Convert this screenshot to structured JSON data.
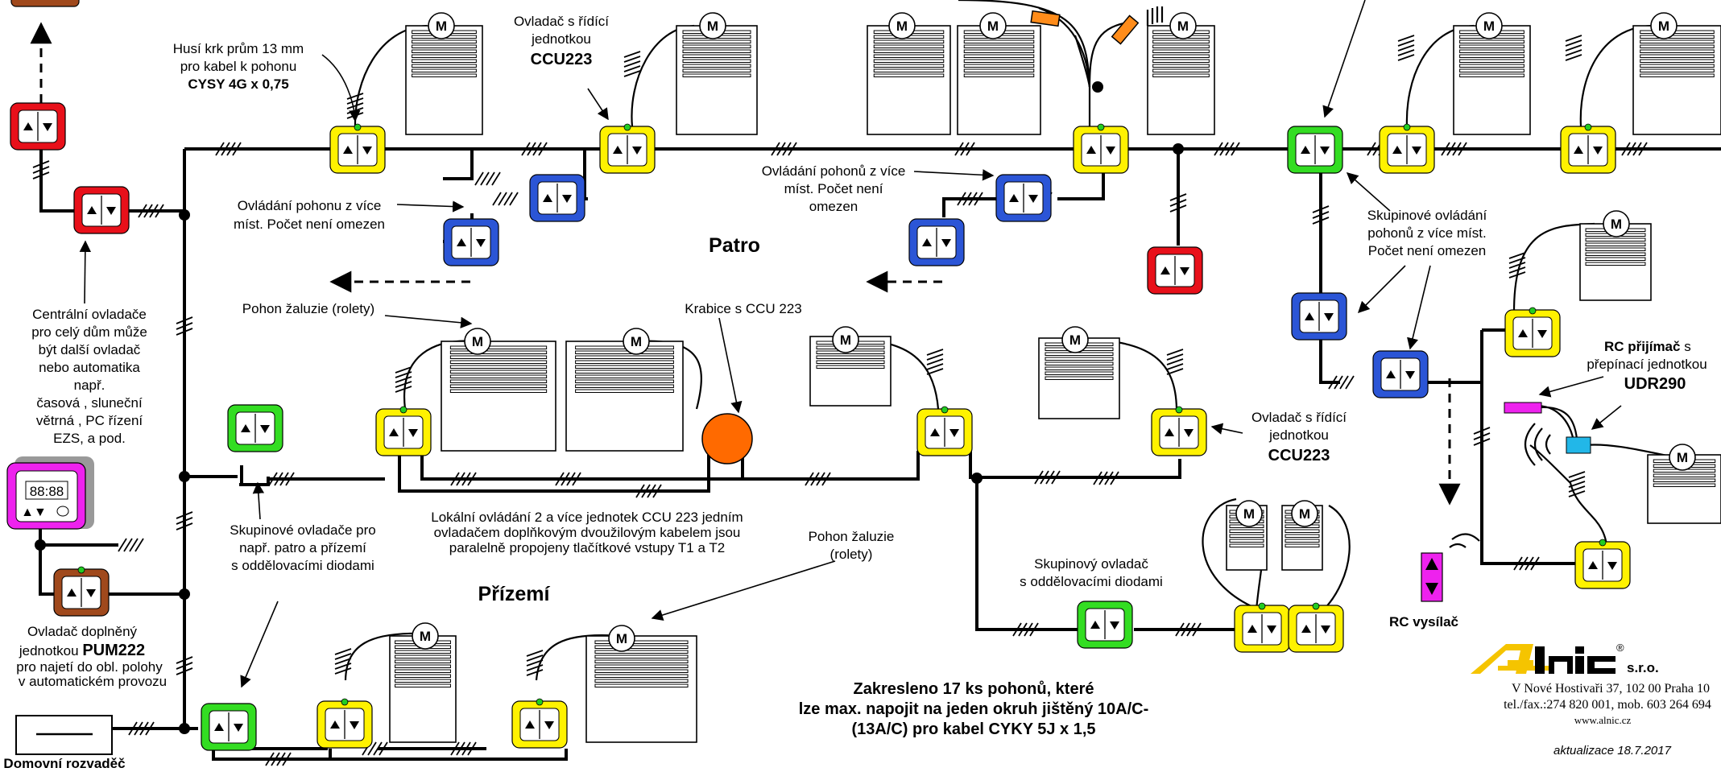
{
  "labels": {
    "husi_krk_1": "Husí krk prům 13 mm",
    "husi_krk_2": "pro kabel k pohonu",
    "husi_krk_3": "CYSY 4G x 0,75",
    "ovl_ccu_top_1": "Ovladač s řídící",
    "ovl_ccu_top_2": "jednotkou",
    "ovl_ccu_top_3": "CCU223",
    "ovl_vice_mist_left_1": "Ovládání pohonu z více",
    "ovl_vice_mist_left_2": "míst. Počet není omezen",
    "ovl_vice_mist_mid_1": "Ovládání pohonů z více",
    "ovl_vice_mist_mid_2": "míst. Počet není",
    "ovl_vice_mist_mid_3": "omezen",
    "patro": "Patro",
    "prizemi": "Přízemí",
    "centralni_1": "Centrální ovladače",
    "centralni_2": "pro celý dům může",
    "centralni_3": "být další ovladač",
    "centralni_4": "nebo    automatika",
    "centralni_5": "např.",
    "centralni_6": "časová , sluneční",
    "centralni_7": "větrná , PC řízení",
    "centralni_8": "EZS,  a pod.",
    "pohon_zaluzie_1": "Pohon žaluzie (rolety)",
    "krabice": "Krabice s CCU 223",
    "skupinove_ovl_1": "Skupinové ovládání",
    "skupinove_ovl_2": "pohonů z více míst.",
    "skupinove_ovl_3": "Počet není omezen",
    "ovl_ccu_right_1": "Ovladač s řídící",
    "ovl_ccu_right_2": "jednotkou",
    "ovl_ccu_right_3": "CCU223",
    "rc_prijimac_1": "RC přijímač",
    "rc_prijimac_1b": " s",
    "rc_prijimac_2": "přepínací jednotkou",
    "rc_prijimac_3": "UDR290",
    "lokalni_1": "Lokální ovládání 2 a více jednotek CCU 223 jedním",
    "lokalni_2": "ovladačem doplňkovým dvoužilovým kabelem jsou",
    "lokalni_3": "paralelně propojeny tlačítkové vstupy T1 a T2",
    "skup_ovladace_1": "Skupinové ovladače pro",
    "skup_ovladace_2": "např. patro a přízemí",
    "skup_ovladace_3": "s oddělovacími diodami",
    "pohon_zaluzie_2a": "Pohon žaluzie",
    "pohon_zaluzie_2b": "(rolety)",
    "skup_ovladac_1": "Skupinový ovladač",
    "skup_ovladac_2": "s oddělovacími diodami",
    "rc_vysilac": "RC vysílač",
    "pum_1": "Ovladač doplněný",
    "pum_2a": "jednotkou ",
    "pum_2b": "PUM222",
    "pum_3": "pro najetí do obl. polohy",
    "pum_4": "v automatickém provozu",
    "rozvadec": "Domovní rozvaděč",
    "zakresleno_1": "Zakresleno 17 ks pohonů, které",
    "zakresleno_2": "lze max. napojit na jeden okruh  jištěný 10A/C-",
    "zakresleno_3": "(13A/C) pro kabel CYKY 5J x 1,5",
    "timer_display": "88:88",
    "motor_letter": "M",
    "switch_symbol": "▲│▼"
  },
  "company": {
    "logo_text": "Alnic",
    "registered": "®",
    "suffix": "s.r.o.",
    "address": "V Nové Hostivaři 37,   102 00 Praha 10",
    "phone": "tel./fax.:274 820 001, mob. 603 264 694",
    "web": "www.alnic.cz",
    "updated": "aktualizace 18.7.2017"
  },
  "colors": {
    "red": "#e8101a",
    "yellow": "#fff200",
    "blue": "#2b55d6",
    "green": "#33dd22",
    "brown": "#a0491c",
    "magenta": "#ee22ee",
    "orange": "#ff6a00",
    "cyan": "#22b7e8",
    "logo": "#f5c400"
  },
  "icons": [
    "motor-icon",
    "switch-icon",
    "blind-icon",
    "timer-icon",
    "remote-icon",
    "receiver-icon",
    "junction-box-icon",
    "distribution-board-icon"
  ]
}
